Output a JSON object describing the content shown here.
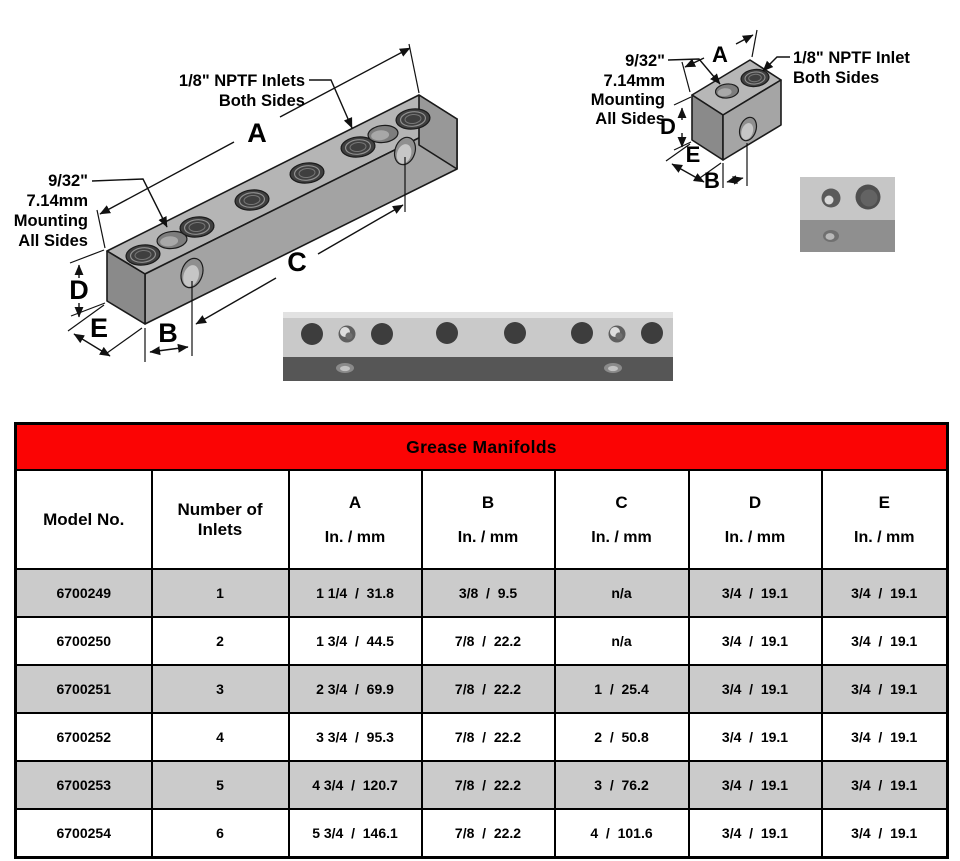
{
  "colors": {
    "table_header_red": "#fb0404",
    "row_shade_gray": "#cbcbcb",
    "drawing_top_gray": "#b5b5b5",
    "drawing_front_gray": "#a3a3a3"
  },
  "long_drawing": {
    "inlet_callout": {
      "line1": "1/8\" NPTF Inlets",
      "line2": "Both Sides"
    },
    "mounting_callout": {
      "line1": "9/32\"",
      "line2": "7.14mm",
      "line3": "Mounting",
      "line4": "All Sides"
    },
    "dims": {
      "a": "A",
      "b": "B",
      "c": "C",
      "d": "D",
      "e": "E"
    }
  },
  "small_drawing": {
    "inlet_callout": {
      "line1": "1/8\" NPTF Inlet",
      "line2": "Both Sides"
    },
    "mounting_callout": {
      "line1": "9/32\"",
      "line2": "7.14mm",
      "line3": "Mounting",
      "line4": "All Sides"
    },
    "dims": {
      "a": "A",
      "b": "B",
      "d": "D",
      "e": "E"
    }
  },
  "table": {
    "title": "Grease Manifolds",
    "headers": {
      "model": "Model No.",
      "inlets_line1": "Number of",
      "inlets_line2": "Inlets",
      "cols": [
        {
          "letter": "A",
          "units": "In. / mm"
        },
        {
          "letter": "B",
          "units": "In. / mm"
        },
        {
          "letter": "C",
          "units": "In. / mm"
        },
        {
          "letter": "D",
          "units": "In. / mm"
        },
        {
          "letter": "E",
          "units": "In. / mm"
        }
      ]
    },
    "rows": [
      {
        "model": "6700249",
        "inlets": "1",
        "a": "1 1/4  /  31.8",
        "b": "3/8  /  9.5",
        "c": "n/a",
        "d": "3/4  /  19.1",
        "e": "3/4  /  19.1"
      },
      {
        "model": "6700250",
        "inlets": "2",
        "a": "1 3/4  /  44.5",
        "b": "7/8  /  22.2",
        "c": "n/a",
        "d": "3/4  /  19.1",
        "e": "3/4  /  19.1"
      },
      {
        "model": "6700251",
        "inlets": "3",
        "a": "2 3/4  /  69.9",
        "b": "7/8  /  22.2",
        "c": "1  /  25.4",
        "d": "3/4  /  19.1",
        "e": "3/4  /  19.1"
      },
      {
        "model": "6700252",
        "inlets": "4",
        "a": "3 3/4  /  95.3",
        "b": "7/8  /  22.2",
        "c": "2  /  50.8",
        "d": "3/4  /  19.1",
        "e": "3/4  /  19.1"
      },
      {
        "model": "6700253",
        "inlets": "5",
        "a": "4 3/4  /  120.7",
        "b": "7/8  /  22.2",
        "c": "3  /  76.2",
        "d": "3/4  /  19.1",
        "e": "3/4  /  19.1"
      },
      {
        "model": "6700254",
        "inlets": "6",
        "a": "5 3/4  /  146.1",
        "b": "7/8  /  22.2",
        "c": "4  /  101.6",
        "d": "3/4  /  19.1",
        "e": "3/4  /  19.1"
      }
    ]
  }
}
